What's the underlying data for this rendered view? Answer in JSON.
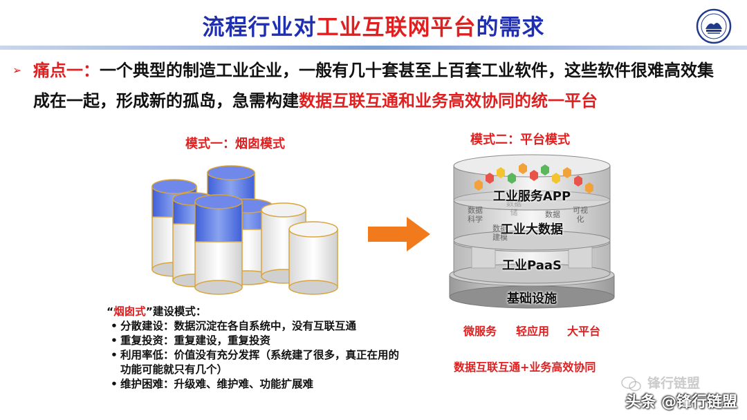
{
  "title": {
    "part1": "流程行业对",
    "highlight": "工业互联网平台",
    "part2": "的需求"
  },
  "logo": {
    "icon": "university-seal-icon"
  },
  "pain_point": {
    "label": "痛点一：",
    "text1": "一个典型的制造工业企业，一般有几十套甚至上百套工业软件，这些软件很难高效集成在一起，形成新的孤岛，急需构建",
    "highlight": "数据互联互通和业务高效协同的统一平台"
  },
  "mode1": {
    "label": "模式一：烟囱模式"
  },
  "mode2": {
    "label": "模式二：平台模式"
  },
  "platform": {
    "layer_app": "工业服务APP",
    "layer_bigdata": "工业大数据",
    "layer_paas": "工业PaaS",
    "layer_infra": "基础设施",
    "small_ds": "数据\n科学",
    "small_dm": "数据\n建模",
    "small_data": "数据",
    "small_vis": "可视\n化",
    "small_faint": "数据\n储"
  },
  "chimney_desc": {
    "q_open": "“",
    "q_word": "烟囱式",
    "q_close": "”",
    "suffix": "建设模式：",
    "items": [
      "分散建设：数据沉淀在各自系统中，没有互联互通",
      "重复投资：重复建设，重复投资",
      "利用率低：价值没有充分发挥（系统建了很多，真正在用的功能可能就只有几个）",
      "维护困难：升级难、维护难、功能扩展难"
    ]
  },
  "tags": [
    "微服务",
    "轻应用",
    "大平台"
  ],
  "summary": "数据互联互通+业务高效协同",
  "watermark": {
    "ghost": "锋行链盟",
    "main": "头条 @锋行链盟",
    "icon": "wechat-icon"
  },
  "colors": {
    "title_blue": "#1f2fb0",
    "accent_red": "#e02020",
    "arrow_orange": "#f07a1c",
    "chimney_blue": "#4a6bde",
    "chimney_gold": "#d9a43a"
  }
}
